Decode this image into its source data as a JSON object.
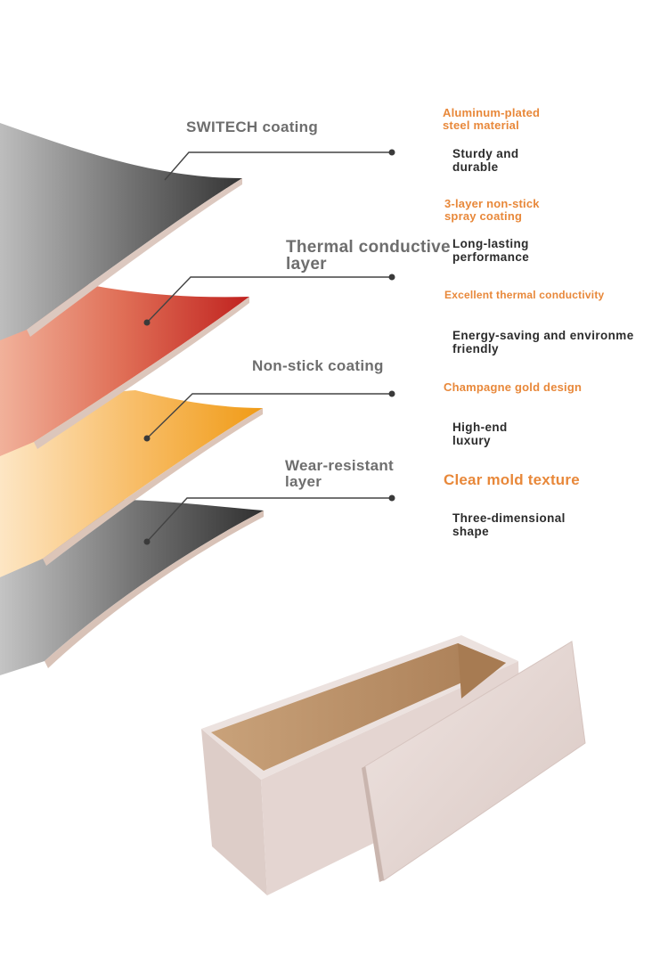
{
  "layers": [
    {
      "label": "SWITECH coating"
    },
    {
      "label": "Thermal conductive\n layer"
    },
    {
      "label": "Non-stick coating"
    },
    {
      "label": "Wear-resistant\n layer"
    }
  ],
  "features": [
    {
      "title": "Aluminum-plated\n steel material",
      "desc": "Sturdy and\n durable"
    },
    {
      "title": "3-layer non-stick\n spray coating",
      "desc": "Long-lasting\n performance"
    },
    {
      "title": "Excellent thermal conductivity",
      "desc": "Energy-saving and environme\n friendly"
    },
    {
      "title": "Champagne gold design",
      "desc": "High-end\n luxury"
    },
    {
      "title": "Clear mold texture",
      "desc": "Three-dimensional\n shape"
    }
  ],
  "colors": {
    "accent": "#e8883a",
    "layer_gray": "#595959",
    "layer_red": "#c9302a",
    "layer_gold": "#f2a323",
    "pan_body": "#e7d9d5",
    "pan_inside": "#c49c72"
  }
}
